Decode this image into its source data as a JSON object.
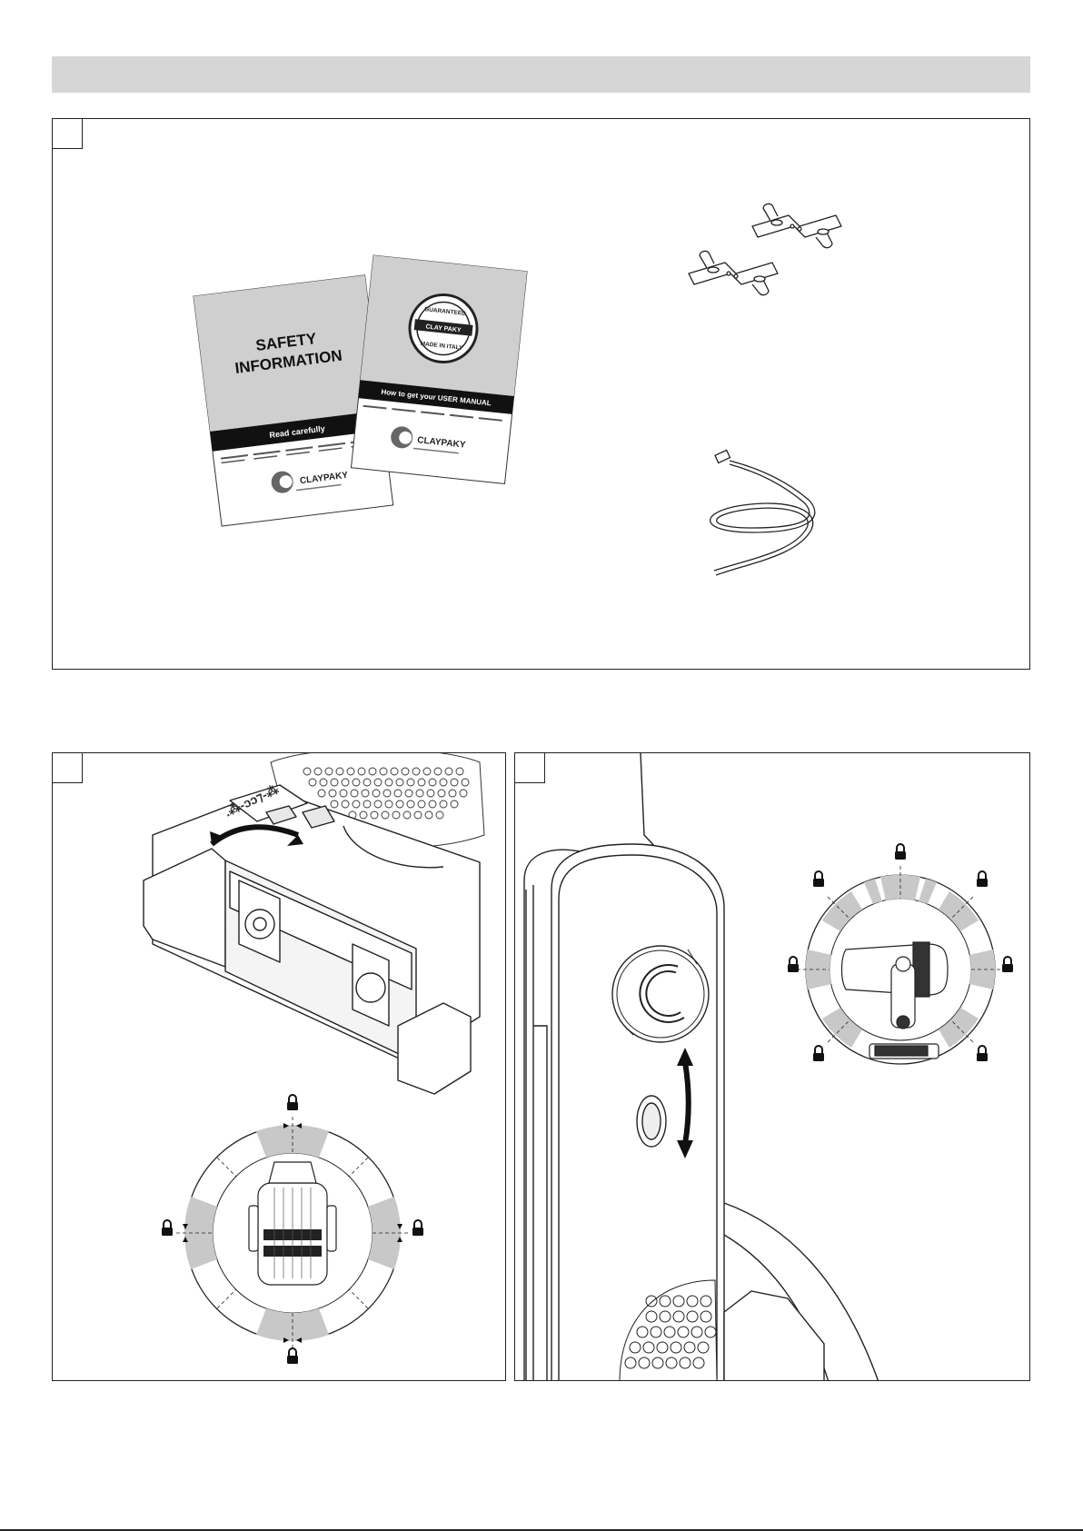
{
  "booklet_safety": {
    "title_line1": "SAFETY",
    "title_line2": "INFORMATION",
    "band_text": "Read carefully",
    "brand": "CLAYPAKY"
  },
  "booklet_manual": {
    "seal_text_top": "GUARANTEED",
    "seal_banner": "CLAY PAKY",
    "seal_text_bottom": "MADE IN ITALY",
    "band_text": "How to get your USER MANUAL",
    "brand": "CLAYPAKY"
  },
  "colors": {
    "header_bar": "#d6d6d6",
    "booklet_cover": "#cfcfcf",
    "booklet_band": "#111111",
    "lock_zone": "#c8c8c8",
    "line": "#222222"
  }
}
